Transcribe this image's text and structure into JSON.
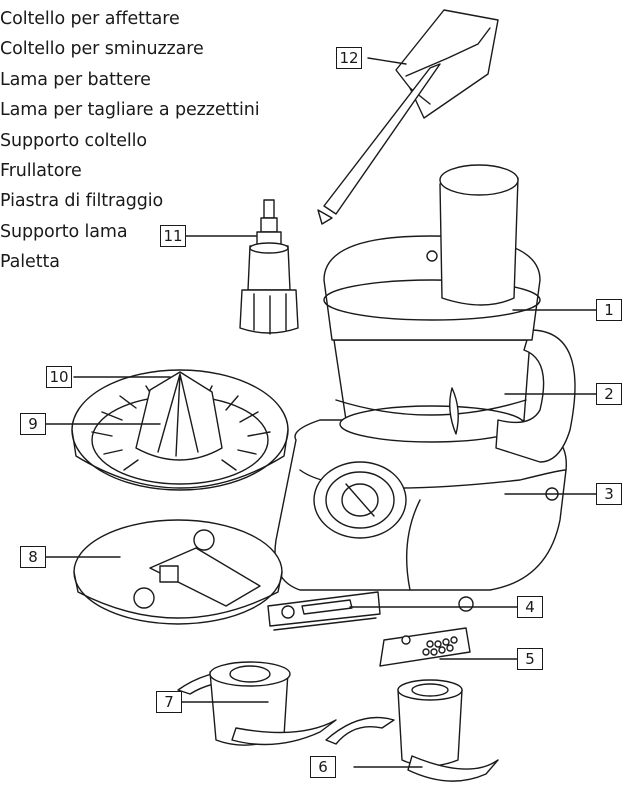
{
  "parts_list": [
    "Coltello per affettare",
    "Coltello per sminuzzare",
    "Lama per battere",
    "Lama per tagliare a pezzettini",
    "Supporto coltello",
    "Frullatore",
    "Piastra di filtraggio",
    "Supporto lama",
    "Paletta"
  ],
  "callouts": {
    "n1": "1",
    "n2": "2",
    "n3": "3",
    "n4": "4",
    "n5": "5",
    "n6": "6",
    "n7": "7",
    "n8": "8",
    "n9": "9",
    "n10": "10",
    "n11": "11",
    "n12": "12"
  },
  "line_color": "#1a1a1a",
  "fill_color": "#ffffff"
}
